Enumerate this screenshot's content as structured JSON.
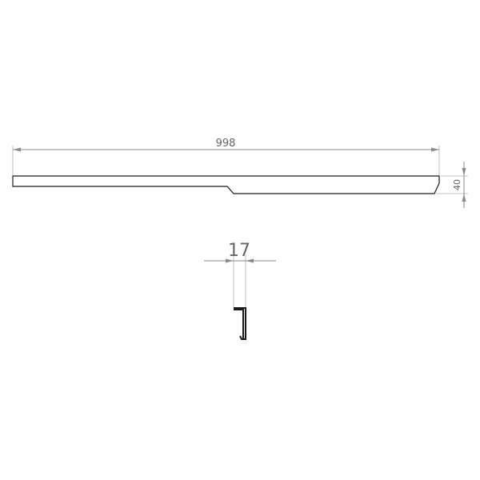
{
  "drawing": {
    "length_label": "998",
    "thickness_label": "40",
    "profile_width_label": "17"
  },
  "colors": {
    "dimension": "#8a8a8a",
    "part_outline": "#1a1a1a",
    "text": "#666666",
    "background": "#ffffff"
  }
}
